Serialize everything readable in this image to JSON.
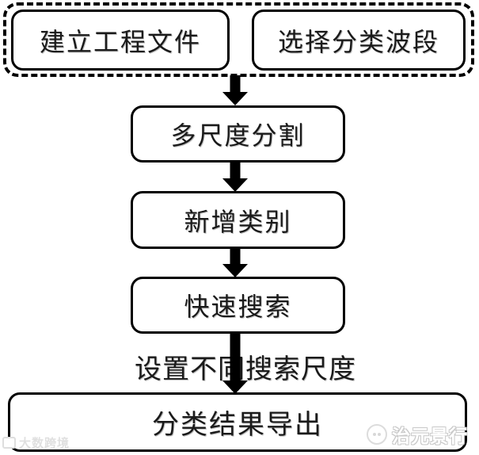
{
  "flowchart": {
    "top_group": {
      "boxes": [
        {
          "label": "建立工程文件"
        },
        {
          "label": "选择分类波段"
        }
      ]
    },
    "steps": [
      {
        "label": "多尺度分割"
      },
      {
        "label": "新增类别"
      },
      {
        "label": "快速搜索"
      },
      {
        "label": "分类结果导出"
      }
    ],
    "arrow_annotation": "设置不同搜索尺度"
  },
  "watermarks": {
    "bottom_left": "大数跨境",
    "bottom_right": "治元景行"
  },
  "colors": {
    "stroke": "#000000",
    "background": "#ffffff",
    "watermark": "#dcdcdc"
  }
}
